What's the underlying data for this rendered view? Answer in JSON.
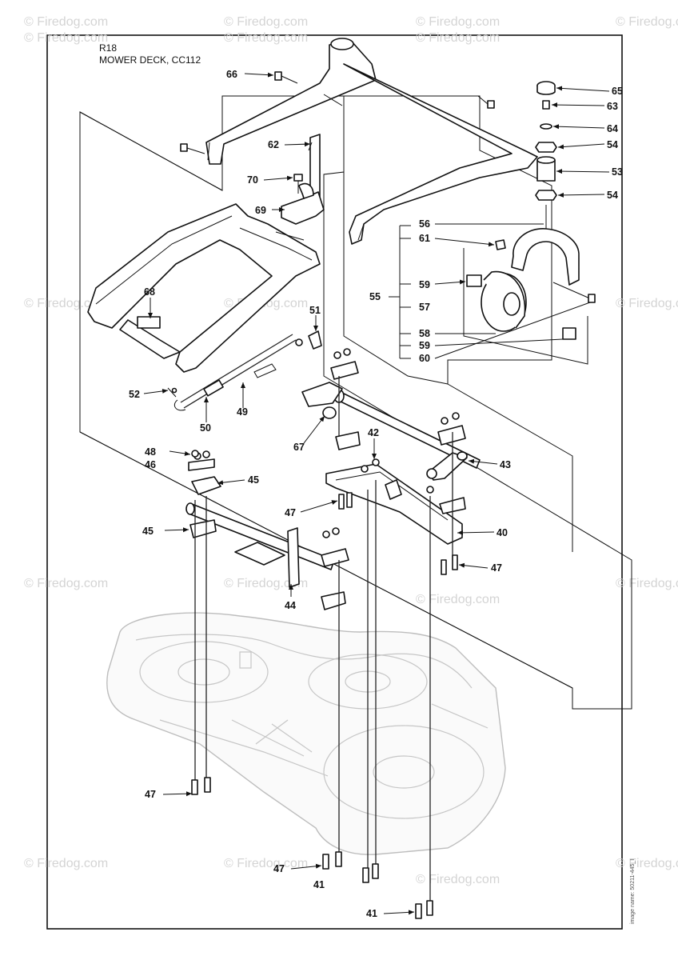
{
  "header": {
    "code": "R18",
    "title": "MOWER DECK, CC112"
  },
  "watermark": {
    "text": "© Firedog.com"
  },
  "side_text": "image name: 50211-445_I",
  "callouts": [
    {
      "id": "c66",
      "label": "66"
    },
    {
      "id": "c62",
      "label": "62"
    },
    {
      "id": "c70",
      "label": "70"
    },
    {
      "id": "c69",
      "label": "69"
    },
    {
      "id": "c68",
      "label": "68"
    },
    {
      "id": "c51",
      "label": "51"
    },
    {
      "id": "c52",
      "label": "52"
    },
    {
      "id": "c50",
      "label": "50"
    },
    {
      "id": "c49",
      "label": "49"
    },
    {
      "id": "c65",
      "label": "65"
    },
    {
      "id": "c63",
      "label": "63"
    },
    {
      "id": "c64",
      "label": "64"
    },
    {
      "id": "c54a",
      "label": "54"
    },
    {
      "id": "c53",
      "label": "53"
    },
    {
      "id": "c54b",
      "label": "54"
    },
    {
      "id": "c56",
      "label": "56"
    },
    {
      "id": "c61",
      "label": "61"
    },
    {
      "id": "c55",
      "label": "55"
    },
    {
      "id": "c59a",
      "label": "59"
    },
    {
      "id": "c57",
      "label": "57"
    },
    {
      "id": "c58",
      "label": "58"
    },
    {
      "id": "c59b",
      "label": "59"
    },
    {
      "id": "c60",
      "label": "60"
    },
    {
      "id": "c67",
      "label": "67"
    },
    {
      "id": "c42",
      "label": "42"
    },
    {
      "id": "c43",
      "label": "43"
    },
    {
      "id": "c48",
      "label": "48"
    },
    {
      "id": "c46",
      "label": "46"
    },
    {
      "id": "c45a",
      "label": "45"
    },
    {
      "id": "c47a",
      "label": "47"
    },
    {
      "id": "c40",
      "label": "40"
    },
    {
      "id": "c45b",
      "label": "45"
    },
    {
      "id": "c47b",
      "label": "47"
    },
    {
      "id": "c44",
      "label": "44"
    },
    {
      "id": "c47c",
      "label": "47"
    },
    {
      "id": "c47d",
      "label": "47"
    },
    {
      "id": "c41a",
      "label": "41"
    },
    {
      "id": "c41b",
      "label": "41"
    }
  ]
}
